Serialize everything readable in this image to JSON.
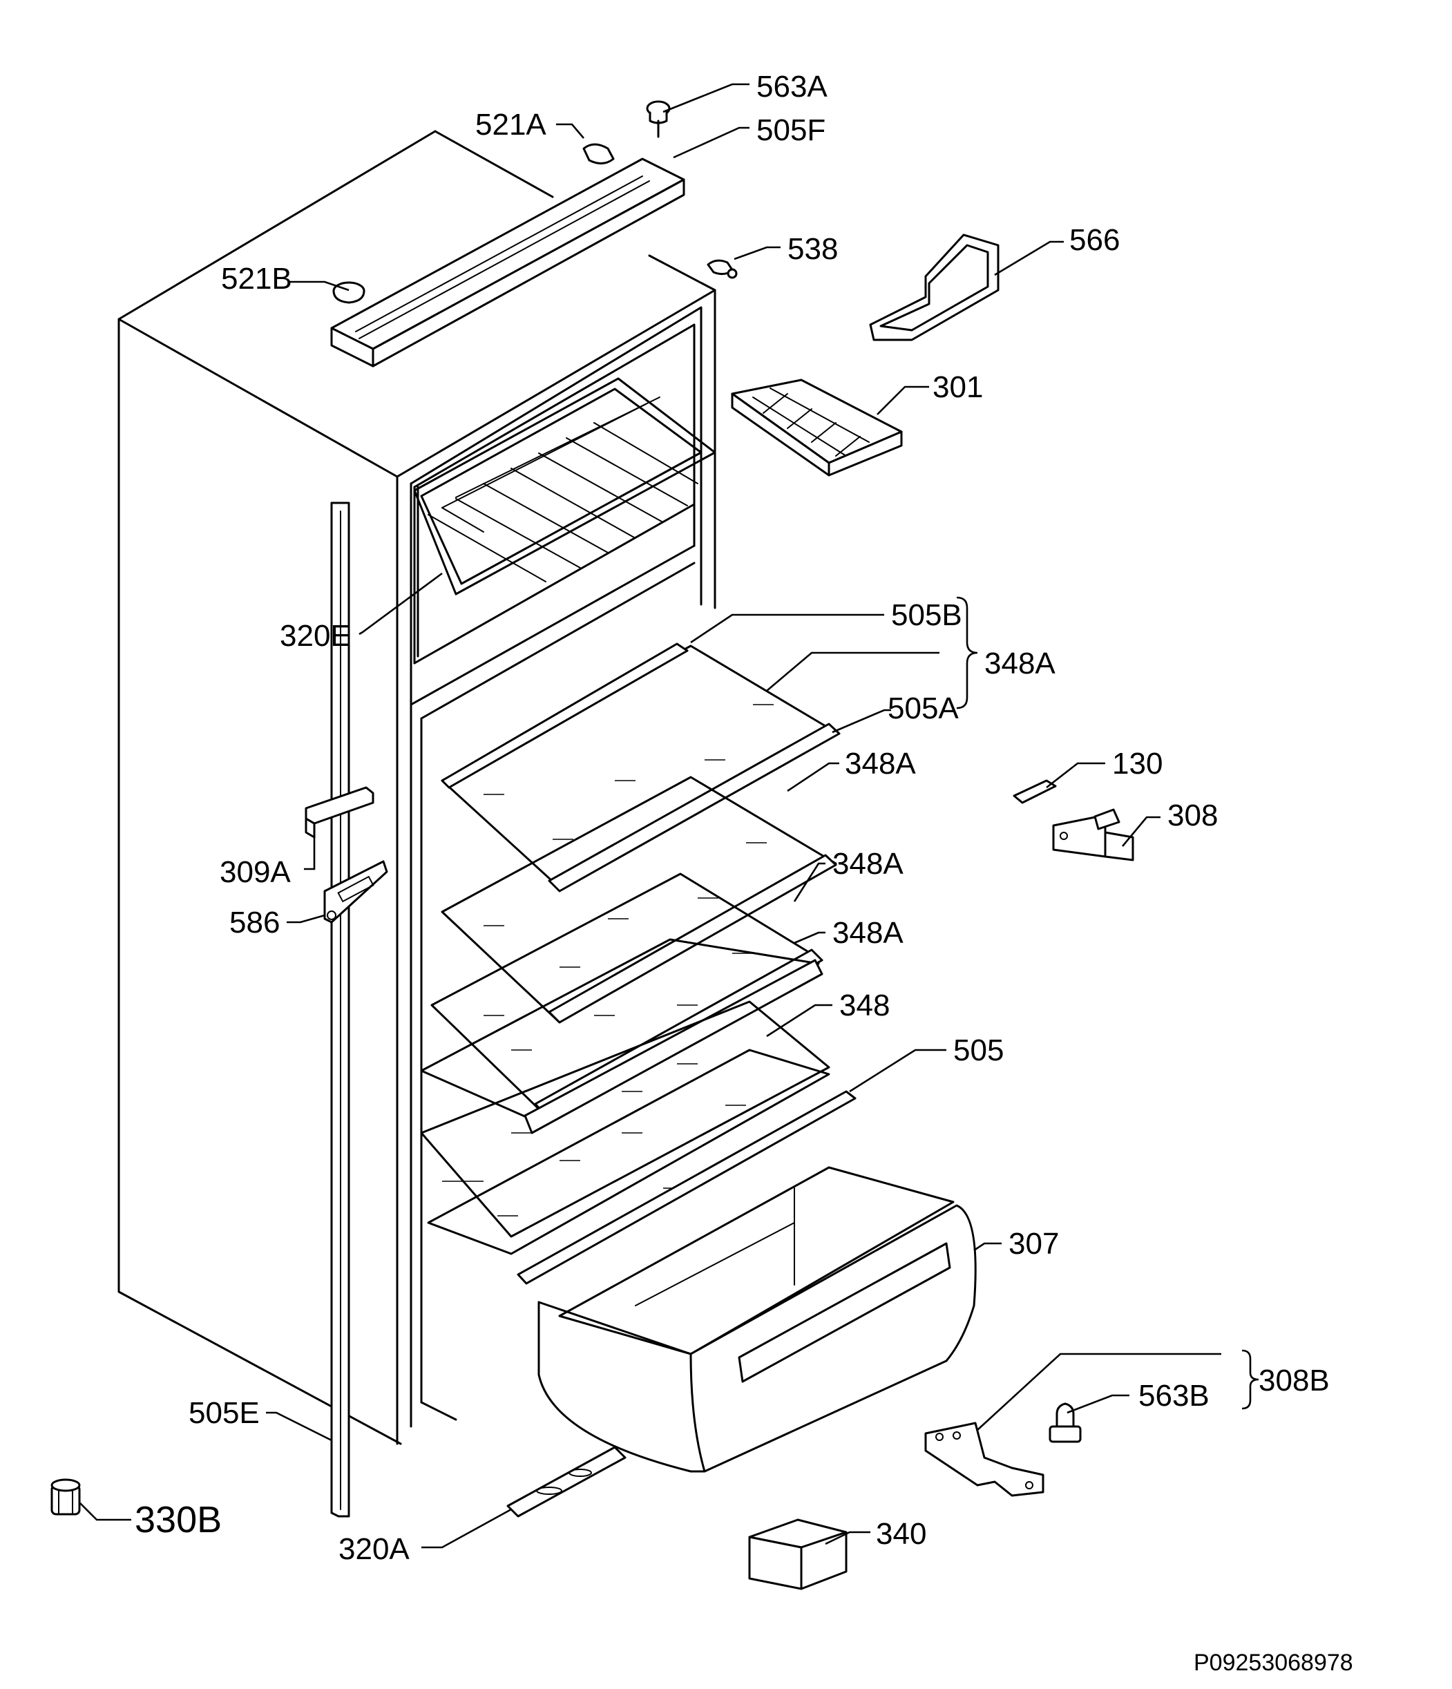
{
  "labels": {
    "p563a": "563A",
    "p505f": "505F",
    "p521a": "521A",
    "p538": "538",
    "p566": "566",
    "p521b": "521B",
    "p301": "301",
    "p320e": "320E",
    "p505b": "505B",
    "p348a_group": "348A",
    "p505a": "505A",
    "p348a_1": "348A",
    "p130": "130",
    "p308": "308",
    "p348a_2": "348A",
    "p348a_3": "348A",
    "p309a": "309A",
    "p586": "586",
    "p348": "348",
    "p505": "505",
    "p307": "307",
    "p308b": "308B",
    "p563b": "563B",
    "p505e": "505E",
    "p330b": "330B",
    "p320a": "320A",
    "p340": "340"
  },
  "reference": "P09253068978"
}
